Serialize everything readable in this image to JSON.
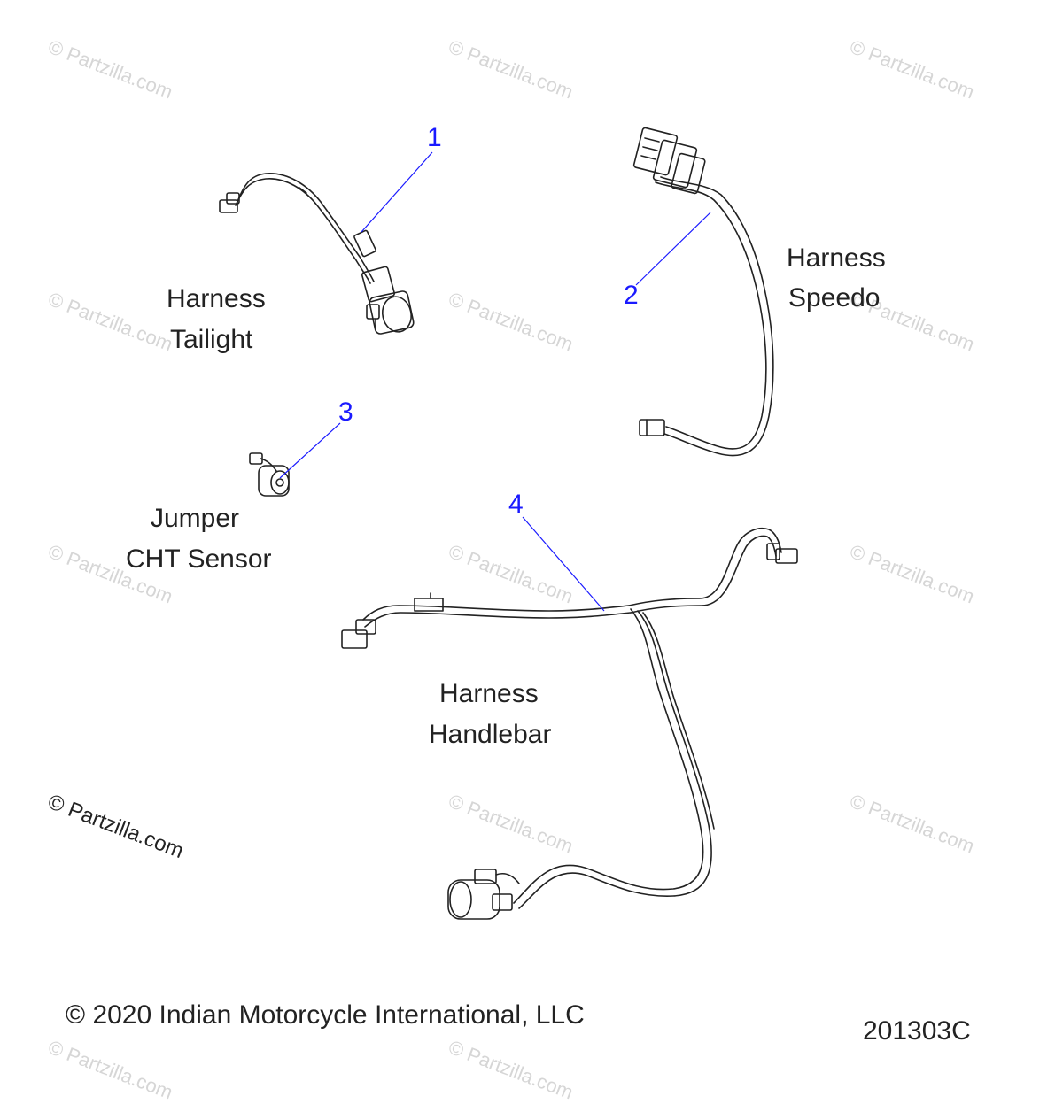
{
  "watermark": "© Partzilla.com",
  "colors": {
    "callout": "#1a1aff",
    "line": "#222222",
    "watermark": "#d6d6d6"
  },
  "labels": {
    "tailight": [
      "Harness",
      "Tailight"
    ],
    "speedo": [
      "Harness",
      "Speedo"
    ],
    "jumper": [
      "Jumper",
      "CHT Sensor"
    ],
    "handlebar": [
      "Harness",
      "Handlebar"
    ]
  },
  "callouts": [
    "1",
    "2",
    "3",
    "4"
  ],
  "footer": {
    "copyright": "© 2020 Indian Motorcycle International, LLC",
    "code": "201303C"
  }
}
